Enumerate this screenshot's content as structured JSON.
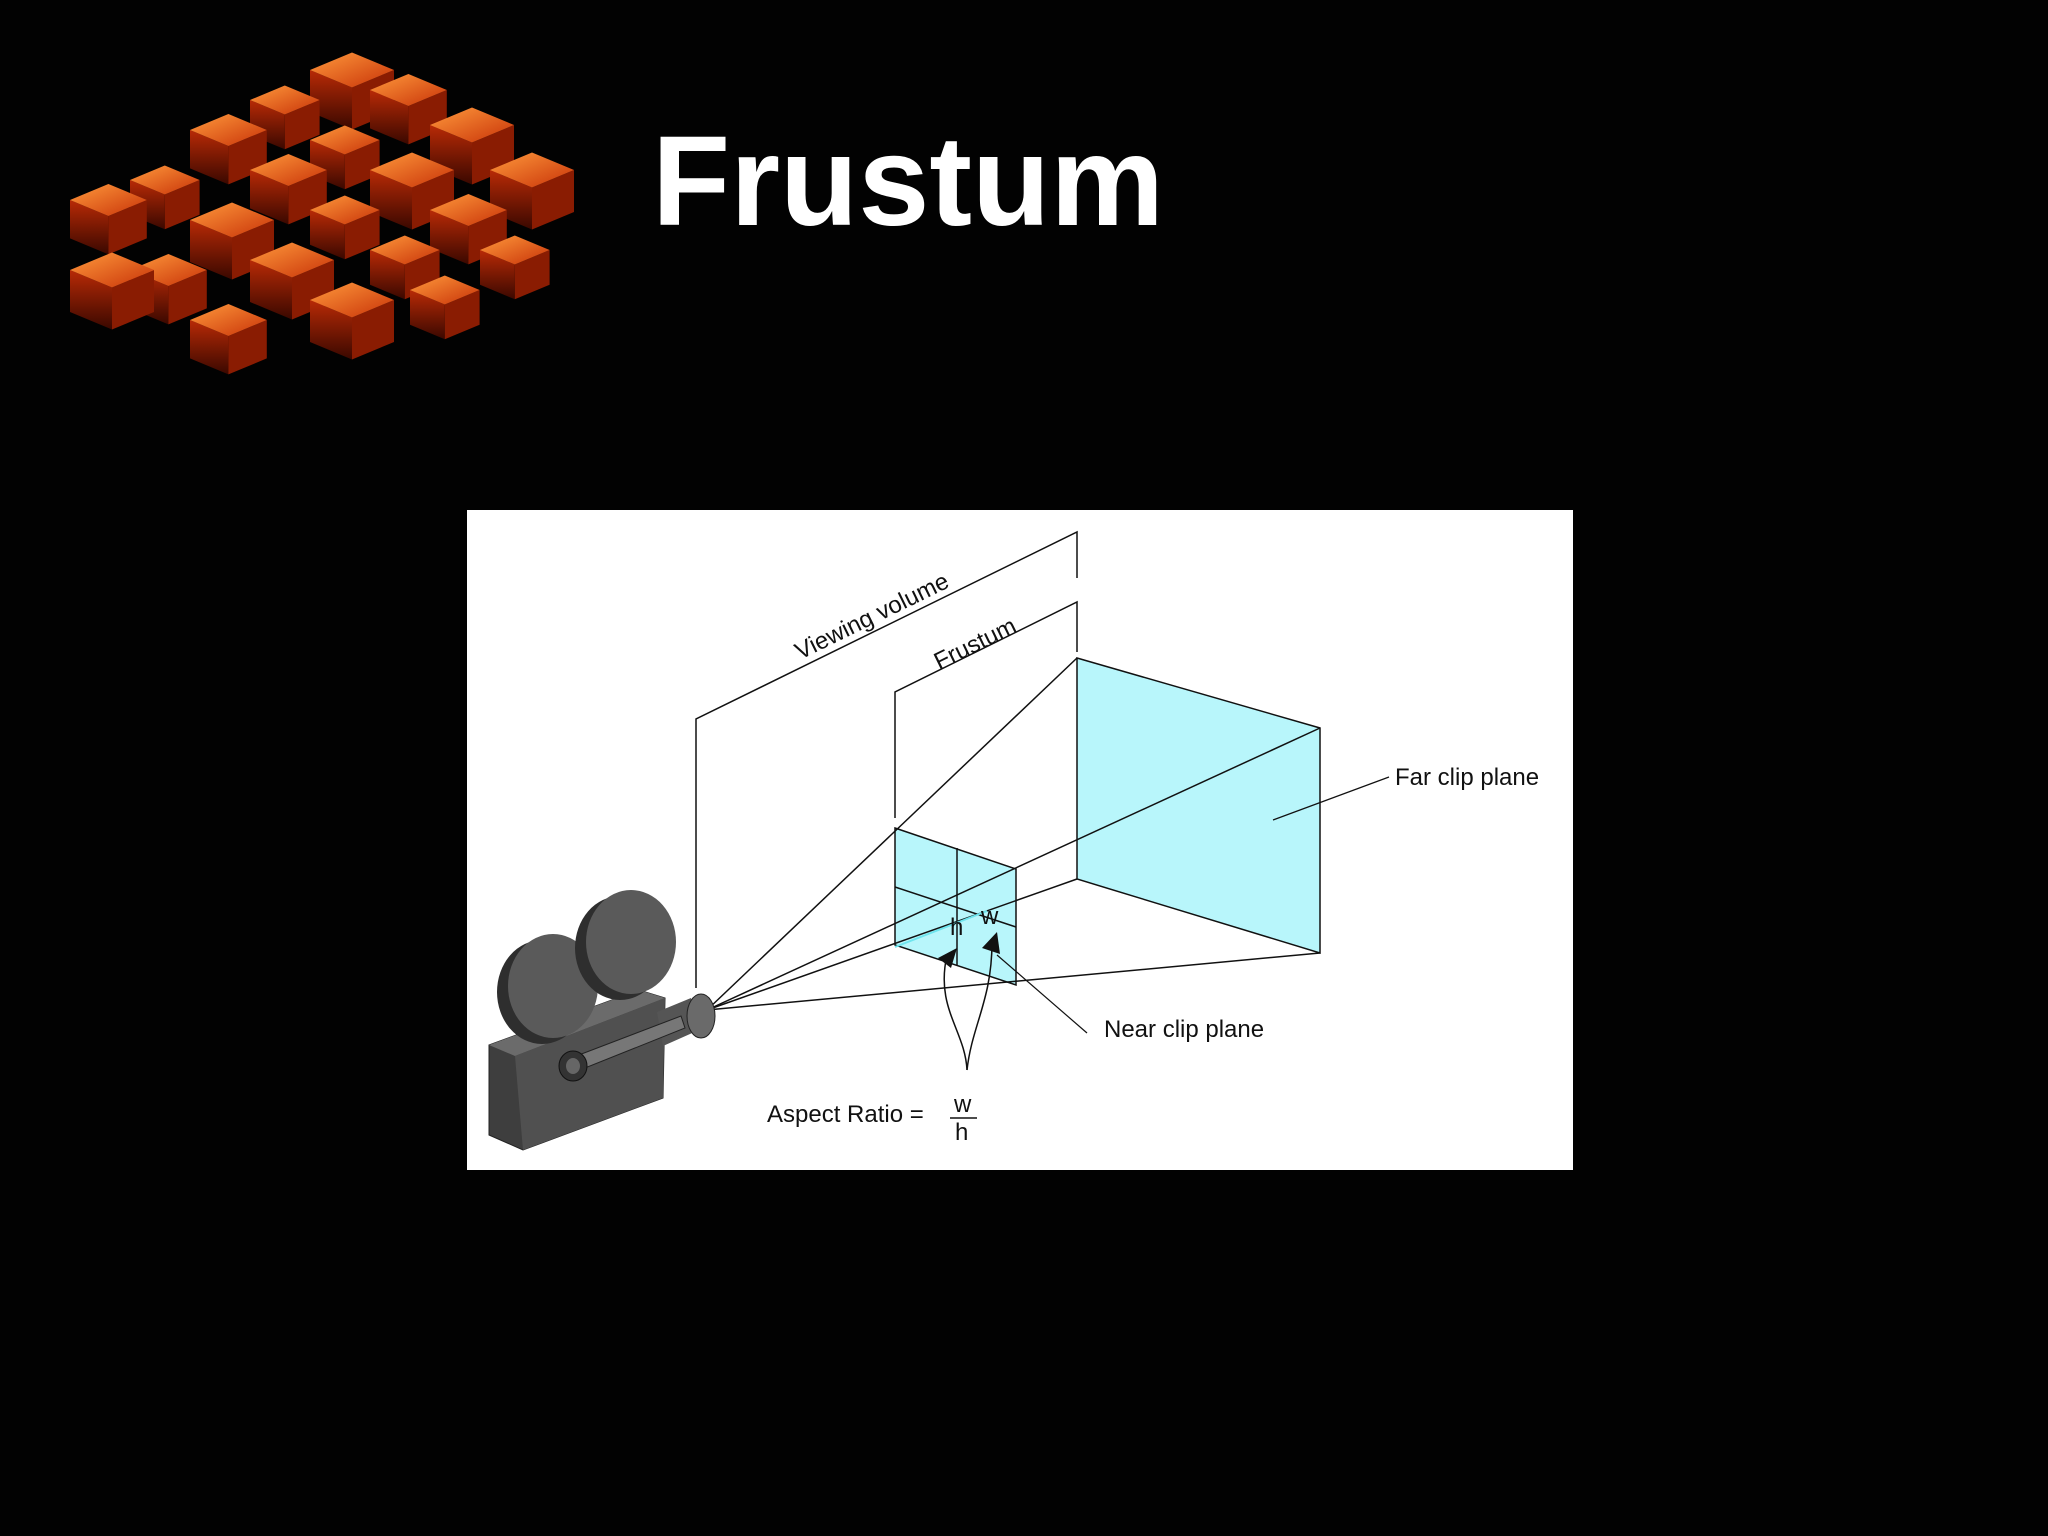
{
  "slide": {
    "title": "Frustum",
    "background": "#000000",
    "logo_icon": "red-cubes-logo"
  },
  "diagram": {
    "labels": {
      "viewing_volume": "Viewing volume",
      "frustum": "Frustum",
      "far_clip_plane": "Far clip plane",
      "near_clip_plane": "Near clip plane",
      "h": "h",
      "w": "w",
      "aspect_ratio": "Aspect Ratio =",
      "fraction_numerator": "w",
      "fraction_denominator": "h"
    },
    "icons": [
      "movie-camera-icon",
      "arrow-icon"
    ],
    "colors": {
      "plane_fill": "#b8f6fb",
      "line": "#111111",
      "camera": "#4a4a4a"
    }
  }
}
